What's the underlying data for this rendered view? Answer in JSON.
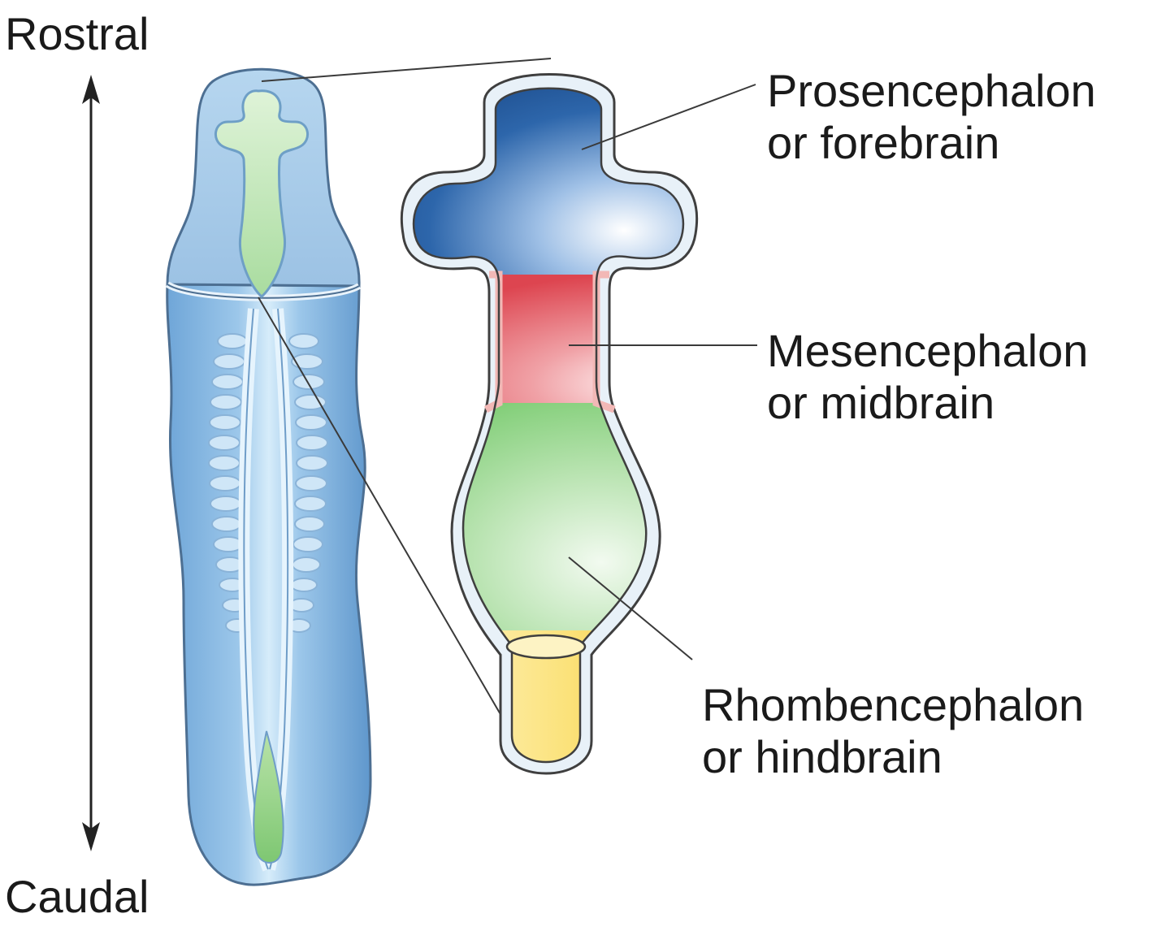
{
  "axis": {
    "top_label": "Rostral",
    "bottom_label": "Caudal"
  },
  "regions": [
    {
      "id": "prosencephalon",
      "line1": "Prosencephalon",
      "line2": "or forebrain",
      "color": "#2f6aad"
    },
    {
      "id": "mesencephalon",
      "line1": "Mesencephalon",
      "line2": "or midbrain",
      "color": "#e0505a"
    },
    {
      "id": "rhombencephalon",
      "line1": "Rhombencephalon",
      "line2": "or hindbrain",
      "color": "#7fcf7a"
    }
  ],
  "colors": {
    "embryo_body": "#7fb3e0",
    "embryo_light": "#cfe6f7",
    "spinal_cord": "#f5c42a",
    "outline": "#4a4a4a",
    "wall": "#c9dcee"
  }
}
